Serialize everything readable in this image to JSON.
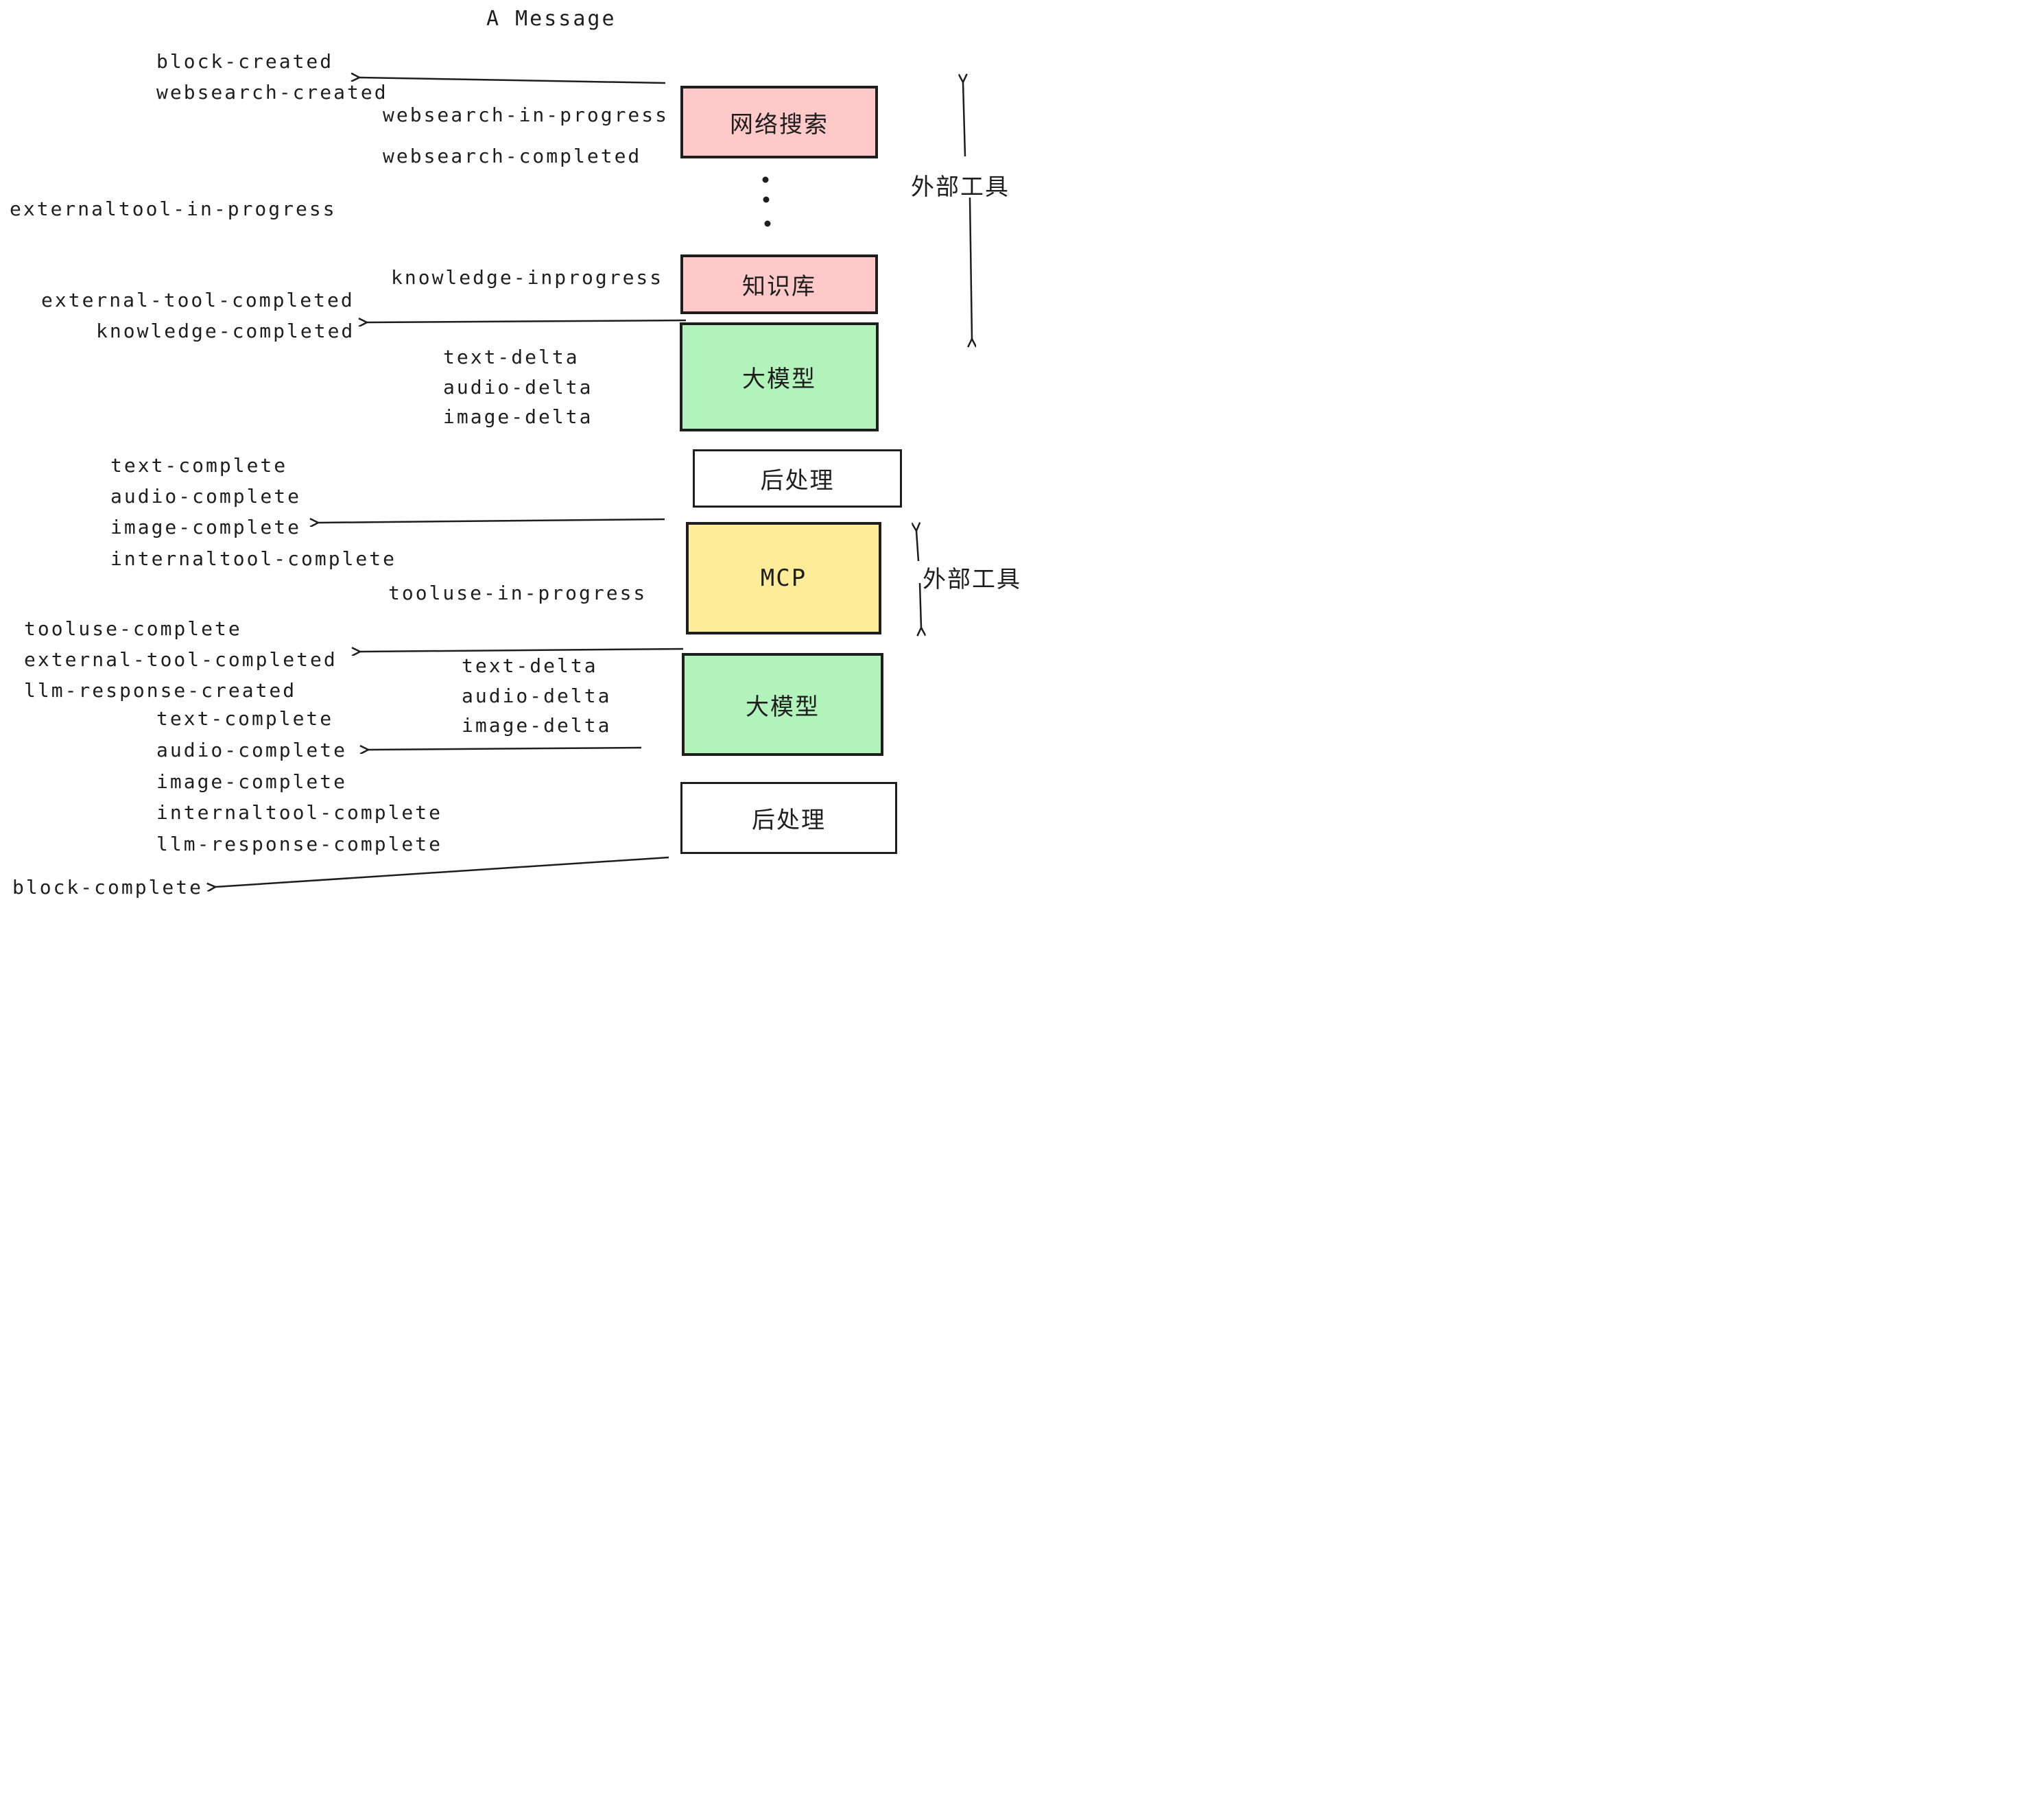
{
  "title": "A Message",
  "colors": {
    "background": "#ffffff",
    "stroke": "#1e1e1e",
    "box_pink": "#ffc9c9",
    "box_green": "#b2f2bb",
    "box_yellow": "#ffec99",
    "box_white": "#ffffff"
  },
  "boxes": [
    {
      "id": "websearch",
      "label": "网络搜索",
      "fill": "pink"
    },
    {
      "id": "knowledge",
      "label": "知识库",
      "fill": "pink"
    },
    {
      "id": "llm-1",
      "label": "大模型",
      "fill": "green"
    },
    {
      "id": "post-1",
      "label": "后处理",
      "fill": "white"
    },
    {
      "id": "mcp",
      "label": "MCP",
      "fill": "yellow"
    },
    {
      "id": "llm-2",
      "label": "大模型",
      "fill": "green"
    },
    {
      "id": "post-2",
      "label": "后处理",
      "fill": "white"
    }
  ],
  "annotations": [
    {
      "id": "external-tools-top",
      "text": "外部工具"
    },
    {
      "id": "external-tools-mcp",
      "text": "外部工具"
    }
  ],
  "events": [
    {
      "text": "block-created"
    },
    {
      "text": "websearch-created"
    },
    {
      "text": "websearch-in-progress"
    },
    {
      "text": "websearch-completed"
    },
    {
      "text": "externaltool-in-progress"
    },
    {
      "text": "knowledge-inprogress"
    },
    {
      "text": "external-tool-completed"
    },
    {
      "text": "knowledge-completed"
    },
    {
      "text": "text-delta"
    },
    {
      "text": "audio-delta"
    },
    {
      "text": "image-delta"
    },
    {
      "text": "text-complete"
    },
    {
      "text": "audio-complete"
    },
    {
      "text": "image-complete"
    },
    {
      "text": "internaltool-complete"
    },
    {
      "text": "tooluse-in-progress"
    },
    {
      "text": "tooluse-complete"
    },
    {
      "text": "external-tool-completed"
    },
    {
      "text": "llm-response-created"
    },
    {
      "text": "text-delta"
    },
    {
      "text": "audio-delta"
    },
    {
      "text": "image-delta"
    },
    {
      "text": "text-complete"
    },
    {
      "text": "audio-complete"
    },
    {
      "text": "image-complete"
    },
    {
      "text": "internaltool-complete"
    },
    {
      "text": "llm-response-complete"
    },
    {
      "text": "block-complete"
    }
  ]
}
